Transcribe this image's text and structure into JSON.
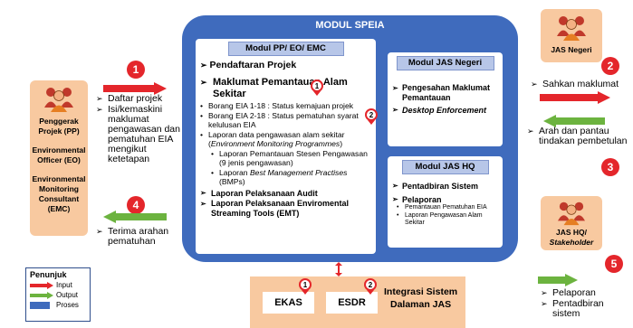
{
  "title": "MODUL SPEIA",
  "left_actor": {
    "lines": [
      "Penggerak",
      "Projek (PP)",
      "",
      "Environmental",
      "Officer (EO)",
      "",
      "Environmental",
      "Monitoring",
      "Consultant",
      "(EMC)"
    ]
  },
  "step1": {
    "num": "1",
    "items": [
      "Daftar projek",
      "Isi/kemaskini maklumat pengawasan dan pematuhan EIA mengikut ketetapan"
    ]
  },
  "step4": {
    "num": "4",
    "items": [
      "Terima arahan pematuhan"
    ]
  },
  "center": {
    "header": "Modul  PP/ EO/ EMC",
    "item1": "Pendaftaran Projek",
    "item2": "Maklumat Pemantauan Alam Sekitar",
    "b1": "Borang EIA 1-18 : Status kemajuan projek",
    "b2": "Borang EIA 2-18 : Status pematuhan syarat kelulusan EIA",
    "b3a": "Laporan data pengawasan alam sekitar (",
    "b3b": "Environment Monitoring Programmes",
    "b3c": ")",
    "s1": "Laporan Pemantauan Stesen Pengawasan (9 jenis pengawasan)",
    "s2a": "Laporan ",
    "s2b": "Best Management Practises",
    "s2c": " (BMPs)",
    "item3": "Laporan Pelaksanaan Audit",
    "item4": "Laporan Pelaksanaan Enviromental Streaming Tools (EMT)",
    "pin1": "1",
    "pin2": "2"
  },
  "jas_negeri_module": {
    "header": "Modul JAS Negeri",
    "item1": "Pengesahan Maklumat Pemantauan",
    "item2": "Desktop Enforcement"
  },
  "jas_hq_module": {
    "header": "Modul JAS HQ",
    "item1": "Pentadbiran Sistem",
    "item2": "Pelaporan",
    "sub1": "Pemantauan Pematuhan EIA",
    "sub2": "Laporan Pengawasan Alam Sekitar"
  },
  "right_top_actor": {
    "label": "JAS Negeri"
  },
  "step2": {
    "num": "2",
    "items": [
      "Sahkan maklumat"
    ]
  },
  "step3": {
    "num": "3",
    "items": [
      "Arah dan pantau tindakan pembetulan"
    ]
  },
  "right_bottom_actor": {
    "label1": "JAS HQ/",
    "label2": "Stakeholder"
  },
  "step5": {
    "num": "5",
    "items": [
      "Pelaporan",
      "Pentadbiran sistem"
    ]
  },
  "bottom": {
    "ekas": "EKAS",
    "esdr": "ESDR",
    "pin1": "1",
    "pin2": "2",
    "label1": "Integrasi Sistem",
    "label2": "Dalaman JAS"
  },
  "legend": {
    "title": "Penunjuk",
    "items": [
      {
        "label": "Input",
        "color": "#e4262b"
      },
      {
        "label": "Output",
        "color": "#6cb33f"
      },
      {
        "label": "Proses",
        "color": "#3f6bbd"
      }
    ]
  },
  "colors": {
    "red": "#e4262b",
    "green": "#6cb33f",
    "blue": "#3f6bbd",
    "orange": "#f8c9a0"
  }
}
